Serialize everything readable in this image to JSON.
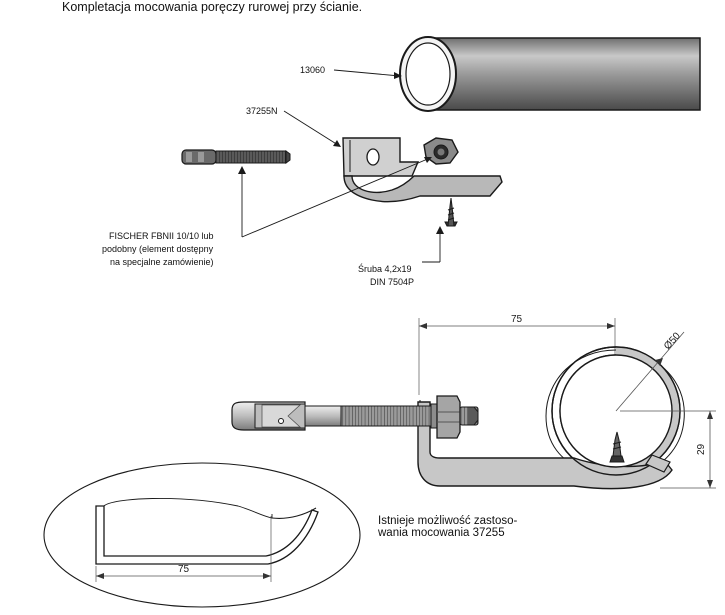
{
  "title": "Kompletacja mocowania poręczy rurowej przy ścianie.",
  "labels": {
    "tube": "13060",
    "bracket": "37255N",
    "anchor_line1": "FISCHER FBNII 10/10 lub",
    "anchor_line2": "podobny (element dostępny",
    "anchor_line3": "na specjalne zamówienie)",
    "screw_line1": "Śruba 4,2x19",
    "screw_line2": "DIN 7504P"
  },
  "dimensions": {
    "width_top": "75",
    "diameter": "Ø50",
    "height_right": "29",
    "width_detail": "75"
  },
  "note": {
    "line1": "Istnieje możliwość zastoso-",
    "line2": "wania mocowania 37255"
  },
  "colors": {
    "metal": "#d9d9d9",
    "metal_dark": "#a8a8a8",
    "line": "#1a1a1a"
  }
}
